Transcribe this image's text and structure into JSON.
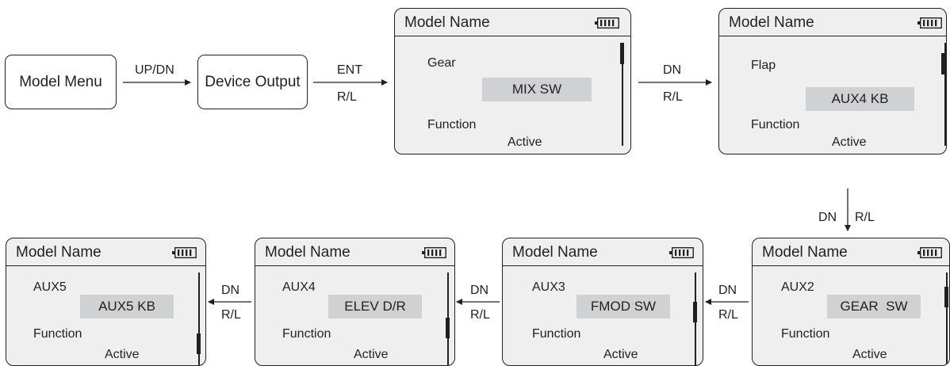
{
  "nodes": {
    "model_menu": "Model Menu",
    "device_output": "Device Output"
  },
  "arrows": {
    "updn": "UP/DN",
    "ent": "ENT",
    "rl": "R/L",
    "dn": "DN"
  },
  "screens": [
    {
      "title": "Model Name",
      "channel": "Gear",
      "value": "MIX SW",
      "func_label": "Function",
      "func_value": "Active"
    },
    {
      "title": "Model Name",
      "channel": "Flap",
      "value": "AUX4 KB",
      "func_label": "Function",
      "func_value": "Active"
    },
    {
      "title": "Model Name",
      "channel": "AUX2",
      "value": "GEAR  SW",
      "func_label": "Function",
      "func_value": "Active"
    },
    {
      "title": "Model Name",
      "channel": "AUX3",
      "value": "FMOD SW",
      "func_label": "Function",
      "func_value": "Active"
    },
    {
      "title": "Model Name",
      "channel": "AUX4",
      "value": "ELEV D/R",
      "func_label": "Function",
      "func_value": "Active"
    },
    {
      "title": "Model Name",
      "channel": "AUX5",
      "value": "AUX5 KB",
      "func_label": "Function",
      "func_value": "Active"
    }
  ],
  "colors": {
    "screen_bg": "#efeff0",
    "highlight": "#d0d1d3",
    "ink": "#231f20"
  },
  "icons": [
    "battery-icon",
    "scrollbar-thumb"
  ]
}
